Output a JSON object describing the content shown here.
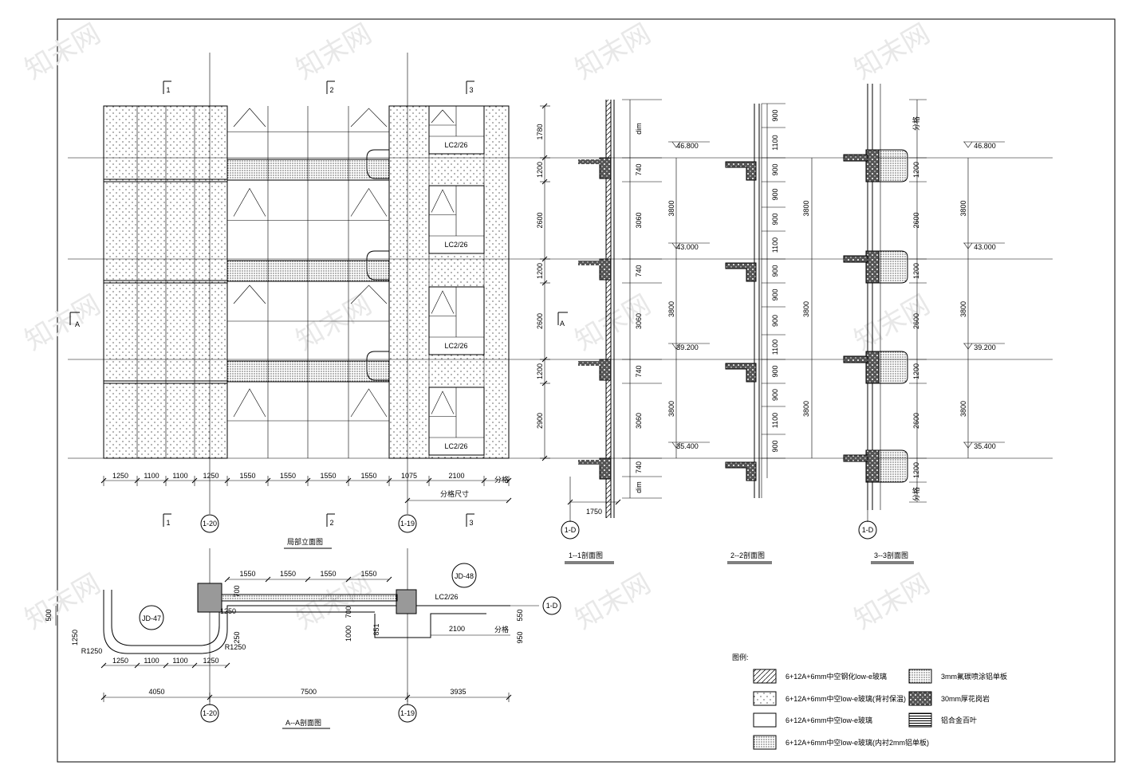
{
  "drawing": {
    "elevation_title": "局部立面图",
    "plan_title": "A--A剖面图",
    "section1_title": "1--1剖面图",
    "section2_title": "2--2剖面图",
    "section3_title": "3--3剖面图",
    "grid_size_label": "分格尺寸",
    "split_label": "分格",
    "section_marks": [
      "1",
      "2",
      "3",
      "A"
    ],
    "axis_labels": {
      "a20": "1-20",
      "a19": "1-19",
      "ad": "1-D"
    },
    "window_tag": "LC2/26",
    "detail_tags": [
      "JD-47",
      "JD-48"
    ],
    "radius_labels": [
      "R1250",
      "R1250"
    ],
    "elevation_bottom_dims": [
      "1250",
      "1100",
      "1100",
      "1250",
      "1550",
      "1550",
      "1550",
      "1550",
      "1075",
      "2100"
    ],
    "elevation_left_dims": [
      "1780",
      "1200",
      "2600",
      "1200",
      "2600",
      "1200",
      "2900"
    ],
    "section1_dims": [
      "dim",
      "740",
      "3060",
      "740",
      "3060",
      "740",
      "3060",
      "740",
      "dim"
    ],
    "section1_width": "1750",
    "section2_dims": [
      "900",
      "1100",
      "900",
      "900",
      "900",
      "1100",
      "900",
      "900",
      "900",
      "1100",
      "900",
      "900",
      "1100",
      "900"
    ],
    "section2_big_dims": [
      "3800",
      "3800",
      "3800"
    ],
    "section3_dims": [
      "1200",
      "2600",
      "1200",
      "2600",
      "1200",
      "2600",
      "1200"
    ],
    "section3_big_dims": [
      "3800",
      "3800",
      "3800"
    ],
    "levels": [
      "46.800",
      "43.000",
      "39.200",
      "35.400"
    ],
    "plan_top_dims": [
      "1550",
      "1550",
      "1550",
      "1550"
    ],
    "plan_bottom_dims": [
      "1250",
      "1100",
      "1100",
      "1250"
    ],
    "plan_total_dims": [
      "4050",
      "7500",
      "3935"
    ],
    "plan_misc_dims": [
      "500",
      "1250",
      "250",
      "700",
      "1250",
      "700",
      "1000",
      "851",
      "2100",
      "550",
      "950"
    ],
    "watermark": "知末网"
  },
  "legend": {
    "title": "图例:",
    "items": [
      "6+12A+6mm中空钢化low-e玻璃",
      "6+12A+6mm中空low-e玻璃(背衬保温)",
      "6+12A+6mm中空low-e玻璃",
      "6+12A+6mm中空low-e玻璃(内衬2mm铝单板)",
      "3mm氟碳喷涂铝单板",
      "30mm厚花岗岩",
      "铝合金百叶"
    ]
  }
}
